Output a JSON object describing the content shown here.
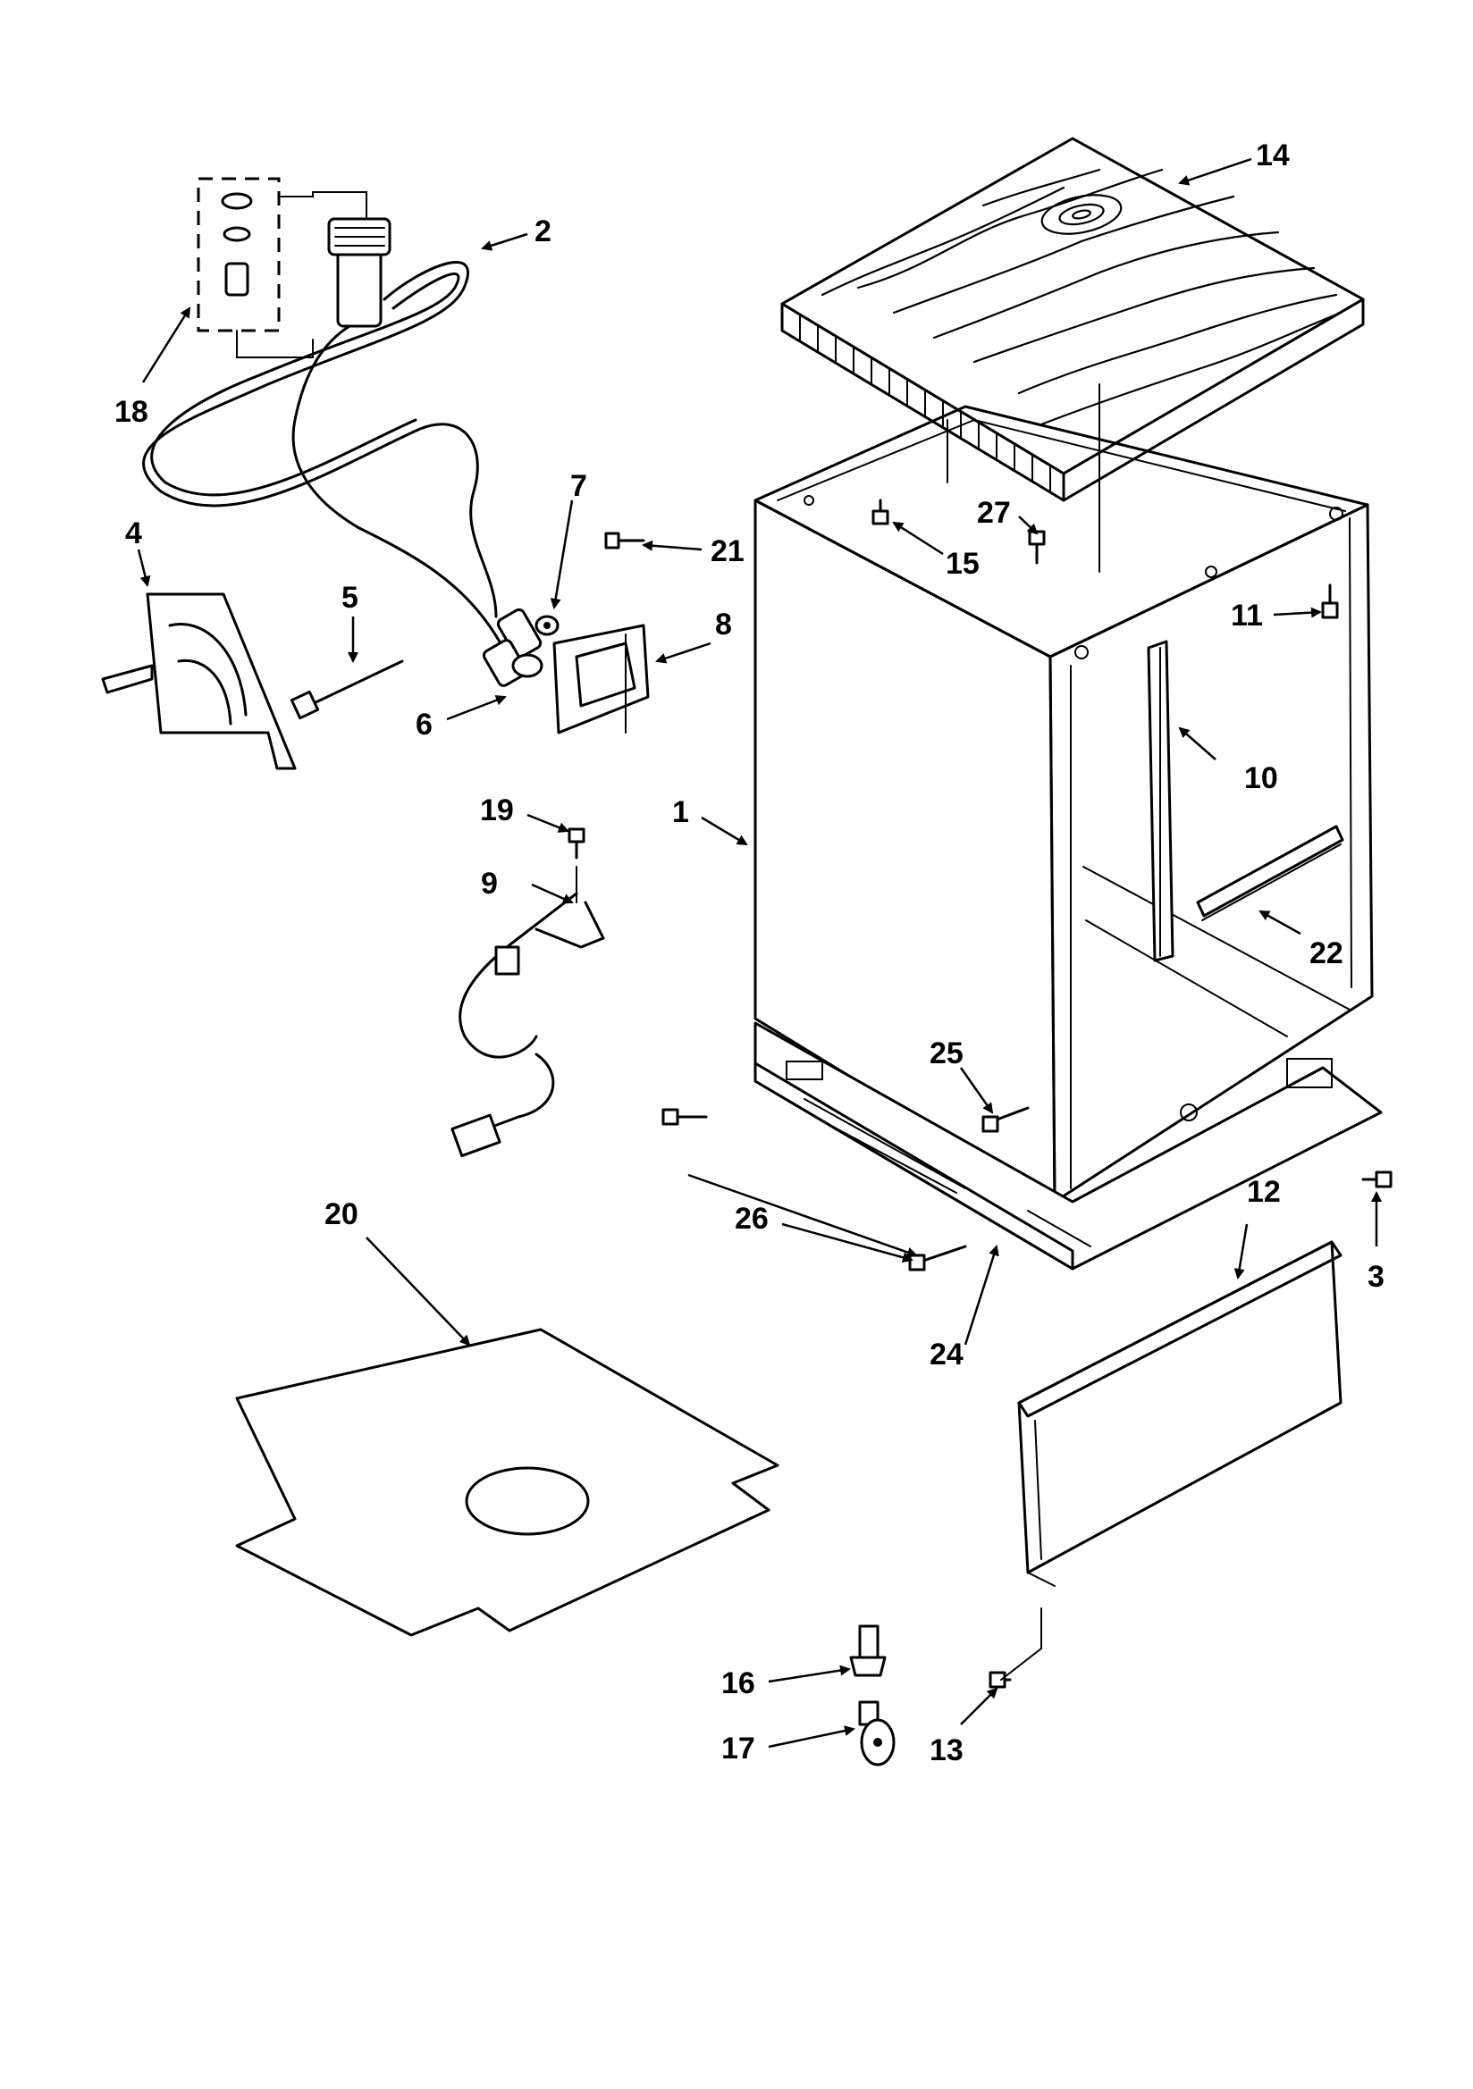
{
  "callouts": {
    "c1": "1",
    "c2": "2",
    "c3": "3",
    "c4": "4",
    "c5": "5",
    "c6": "6",
    "c7": "7",
    "c8": "8",
    "c9": "9",
    "c10": "10",
    "c11": "11",
    "c12": "12",
    "c13": "13",
    "c14": "14",
    "c15": "15",
    "c16": "16",
    "c17": "17",
    "c18": "18",
    "c19": "19",
    "c20": "20",
    "c21": "21",
    "c22": "22",
    "c24": "24",
    "c25": "25",
    "c26": "26",
    "c27": "27"
  }
}
